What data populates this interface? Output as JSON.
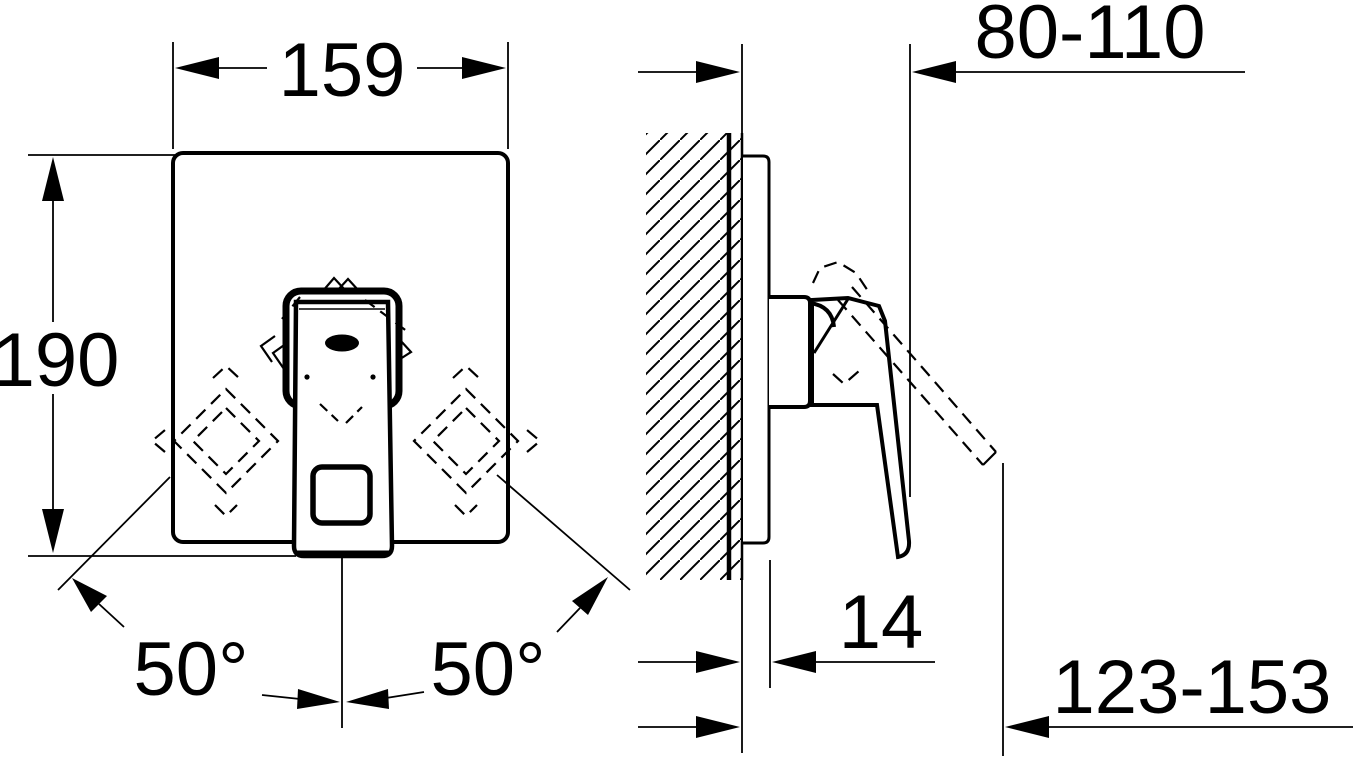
{
  "drawing": {
    "dimensions": {
      "plate_width": "159",
      "plate_height": "190",
      "angle_left": "50°",
      "angle_right": "50°",
      "wall_to_handle_range": "80-110",
      "plate_thickness": "14",
      "wall_to_lever_tip_range": "123-153"
    },
    "colors": {
      "line": "#000000",
      "background": "#ffffff"
    }
  }
}
